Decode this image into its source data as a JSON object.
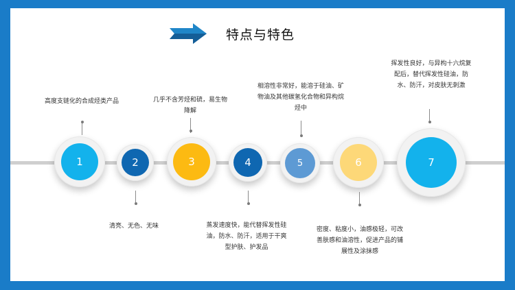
{
  "title": "特点与特色",
  "colors": {
    "frame": "#1a7cc8",
    "n1": "#13b2ec",
    "n2": "#0f67b1",
    "n3": "#fcba12",
    "n4": "#0f67b1",
    "n5": "#5d9ad4",
    "n6": "#fdd878",
    "n7": "#13b2ec"
  },
  "icons": {
    "title_arrow": "arrow-right-icon"
  },
  "nodes": [
    {
      "num": "1",
      "text": "高度支链化的合成烃类产品"
    },
    {
      "num": "2",
      "text": "清亮、无色、无味"
    },
    {
      "num": "3",
      "text": "几乎不含芳烃和硫，易生物降解"
    },
    {
      "num": "4",
      "text": "蒸发速度快，能代替挥发性硅油，防水、防汗，适用于干爽型护肤、护发品"
    },
    {
      "num": "5",
      "text": "相溶性非常好，能溶于硅油、矿物油及其他碳氢化合物和异构烷烃中"
    },
    {
      "num": "6",
      "text": "密度、粘度小，油感极轻，可改善肤感和油溶性，促进产品的铺展性及涂抹感"
    },
    {
      "num": "7",
      "text": "挥发性良好，与异构十六烷复配后，替代挥发性硅油，防水、防汗，对皮肤无刺激"
    }
  ]
}
